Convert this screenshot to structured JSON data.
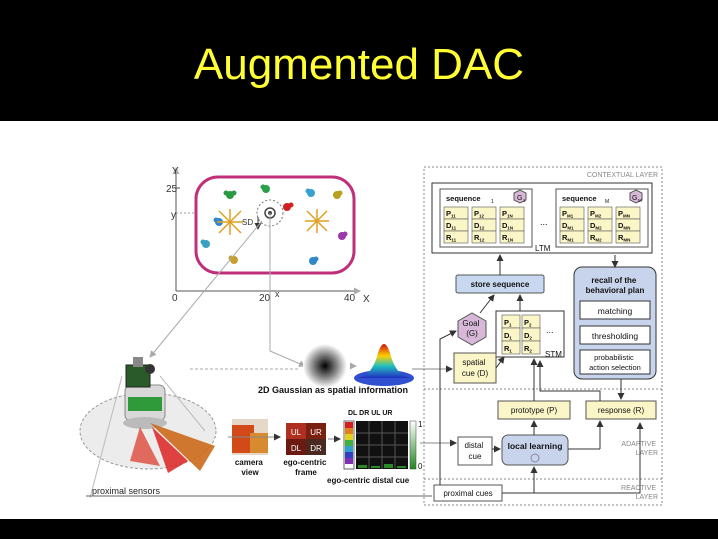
{
  "title": "Augmented DAC",
  "diagram": {
    "env": {
      "y_axis_label": "Y",
      "x_axis_label": "X",
      "y_tick_25": "25",
      "y_tick_y": "y",
      "x_tick_0": "0",
      "x_tick_20": "20",
      "x_tick_x": "x",
      "x_tick_40": "40",
      "sd_label": "SD"
    },
    "gaussian_label": "2D Gaussian as spatial information",
    "proximal_sensors_label": "proximal sensors",
    "camera_view_label": "camera\nview",
    "ego_frame_label": "ego-centric\nframe",
    "ego_frame_cells": [
      "UL",
      "UR",
      "DL",
      "DR"
    ],
    "distal_cue_chart_label": "ego-centric distal cue",
    "distal_cue_chart_header": "DL DR UL UR",
    "distal_scale_top": "1",
    "distal_scale_bottom": "0",
    "layers": {
      "contextual": "CONTEXTUAL LAYER",
      "adaptive": "ADAPTIVE\nLAYER",
      "reactive": "REACTIVE\nLAYER"
    },
    "ltm": {
      "label": "LTM",
      "seq1_title": "sequence",
      "seq1_sub": "1",
      "seq1_goal": "G",
      "seq1_goal_sub": "1",
      "seqM_title": "sequence",
      "seqM_sub": "M",
      "seqM_goal": "G",
      "seqM_goal_sub": "M",
      "ellipsis": "...",
      "seq1_rows": [
        [
          "P11",
          "P12",
          "P1N"
        ],
        [
          "D11",
          "D12",
          "D1N"
        ],
        [
          "R11",
          "R12",
          "R1N"
        ]
      ],
      "seqM_rows": [
        [
          "PM1",
          "PM2",
          "PMN"
        ],
        [
          "DM1",
          "DM2",
          "DMN"
        ],
        [
          "RM1",
          "RM2",
          "RMN"
        ]
      ]
    },
    "store_sequence": "store sequence",
    "recall": {
      "title": "recall of the\nbehavioral plan",
      "matching": "matching",
      "thresholding": "thresholding",
      "probabilistic": "probabilistic\naction selection"
    },
    "goal": "Goal\n(G)",
    "spatial_cue": "spatial\ncue (D)",
    "stm": {
      "label": "STM",
      "ellipsis": "...",
      "rows": [
        [
          "P1",
          "P2"
        ],
        [
          "D1",
          "D2"
        ],
        [
          "R1",
          "R2"
        ]
      ]
    },
    "prototype": "prototype (P)",
    "response": "response (R)",
    "distal_cue": "distal\ncue",
    "local_learning": "local learning",
    "proximal_cues": "proximal cues"
  }
}
